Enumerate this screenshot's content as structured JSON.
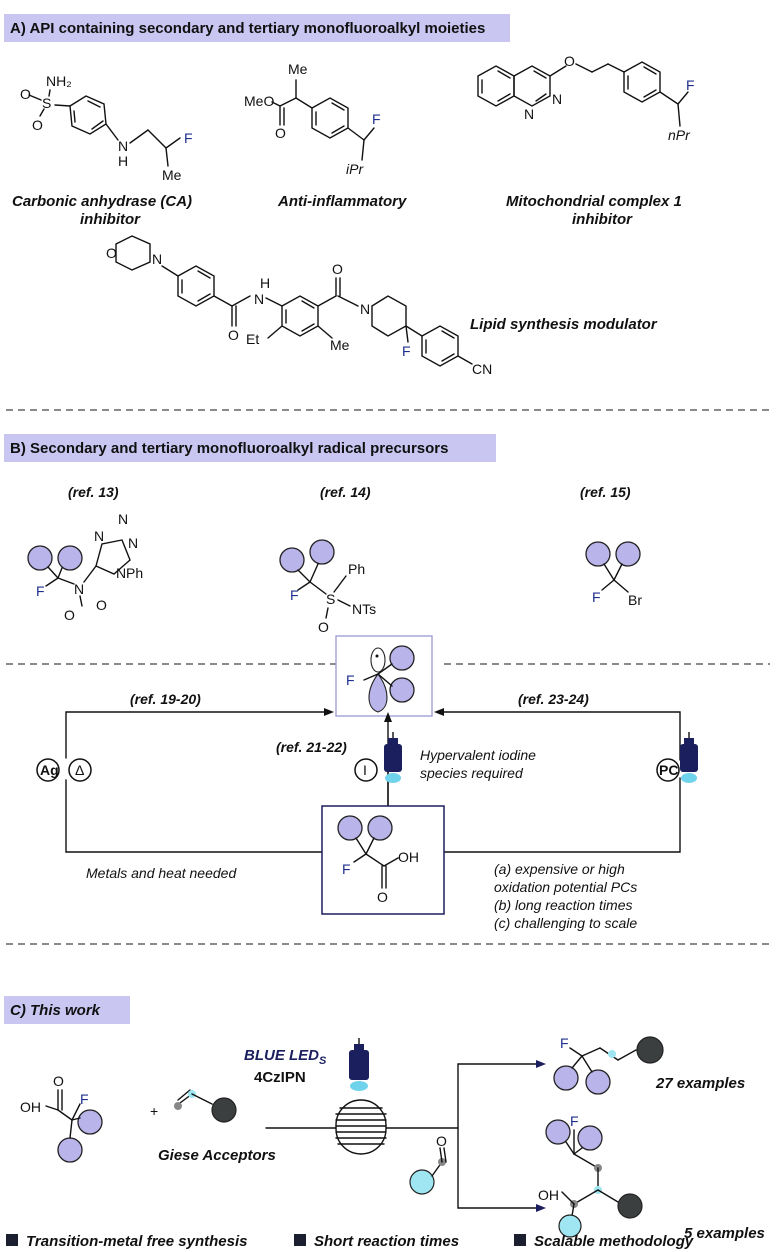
{
  "sectionA": {
    "title": "A) API containing secondary and tertiary monofluoroalkyl moieties",
    "labels": {
      "ca_inhibitor_1": "Carbonic anhydrase (CA)",
      "ca_inhibitor_2": "inhibitor",
      "anti_inflammatory": "Anti-inflammatory",
      "mito_1": "Mitochondrial complex 1",
      "mito_2": "inhibitor",
      "lipid": "Lipid synthesis modulator"
    },
    "atoms": {
      "nh2": "NH₂",
      "s": "S",
      "o": "O",
      "n": "N",
      "h": "H",
      "f": "F",
      "me": "Me",
      "meo": "MeO",
      "ipr": "iPr",
      "npr": "nPr",
      "et": "Et",
      "cn": "CN"
    }
  },
  "sectionB": {
    "title": "B) Secondary and tertiary monofluoroalkyl radical precursors",
    "refs": {
      "r13": "(ref. 13)",
      "r14": "(ref. 14)",
      "r15": "(ref. 15)",
      "r1920": "(ref. 19-20)",
      "r2122": "(ref. 21-22)",
      "r2324": "(ref. 23-24)"
    },
    "atoms": {
      "nph": "N",
      "ph": "Ph",
      "nts": "NTs",
      "br": "Br",
      "oh": "OH",
      "ag": "Ag",
      "delta": "Δ",
      "pc": "PC",
      "iodine": "I"
    },
    "notes": {
      "hyper1": "Hypervalent iodine",
      "hyper2": "species required",
      "metals": "Metals and heat needed",
      "a": "(a) expensive or high",
      "a2": "oxidation potential PCs",
      "b": "(b) long reaction times",
      "c": "(c) challenging to scale"
    }
  },
  "sectionC": {
    "title": "C) This work",
    "blue_led": "BLUE LED",
    "blue_led_sub": "S",
    "catalyst": "4CzIPN",
    "giese": "Giese Acceptors",
    "ex27": "27 examples",
    "ex5": "5 examples",
    "plus": "+"
  },
  "footer": {
    "items": [
      "Transition-metal free synthesis",
      "Short reaction times",
      "Scalable methodology"
    ]
  },
  "colors": {
    "lavender": "#b9b4ea",
    "header_bg": "#c9c6f2",
    "cyan": "#9fe6f2",
    "dark": "#3b3f3f",
    "navy": "#1b1f5e"
  }
}
